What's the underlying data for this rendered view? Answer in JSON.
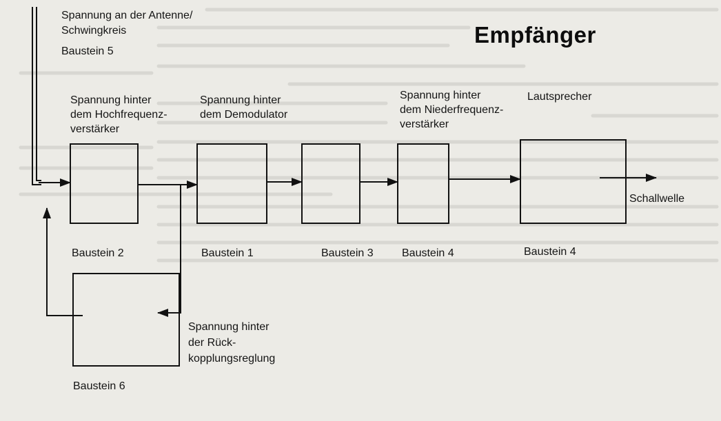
{
  "title": "Empfänger",
  "labels": {
    "antenna_line1": "Spannung an der Antenne/",
    "antenna_line2": "Schwingkreis",
    "antenna_block": "Baustein 5",
    "hf_line1": "Spannung hinter",
    "hf_line2": "dem Hochfrequenz-",
    "hf_line3": "verstärker",
    "demod_line1": "Spannung hinter",
    "demod_line2": "dem Demodulator",
    "nf_line1": "Spannung hinter",
    "nf_line2": "dem Niederfrequenz-",
    "nf_line3": "verstärker",
    "speaker": "Lautsprecher",
    "output": "Schallwelle",
    "fb_line1": "Spannung hinter",
    "fb_line2": "der Rück-",
    "fb_line3": "kopplungsreglung"
  },
  "blocks": {
    "b2": "Baustein 2",
    "b1": "Baustein 1",
    "b3": "Baustein 3",
    "b4a": "Baustein 4",
    "b4b": "Baustein 4",
    "b6": "Baustein 6"
  },
  "colors": {
    "background": "#ecebe6",
    "ink": "#111111"
  }
}
